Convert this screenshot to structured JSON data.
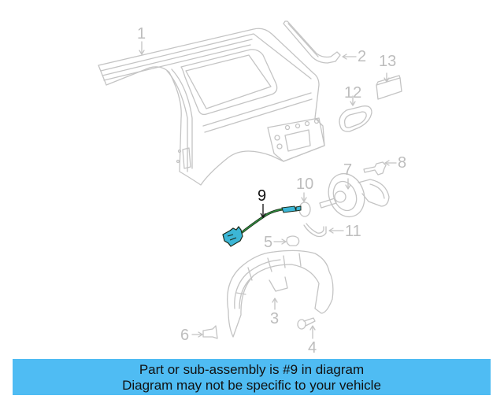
{
  "diagram": {
    "highlighted_part": "9",
    "colors": {
      "line_art": "#c4c4c4",
      "callout_text": "#bdbdbd",
      "highlight_fill": "#3cb6d6",
      "highlight_stroke": "#1a2a1a",
      "highlight_wire": "#2f8c3c",
      "banner_bg": "#4fbcf3"
    },
    "callouts": [
      {
        "number": "1",
        "part": "quarter-panel"
      },
      {
        "number": "2",
        "part": "pillar-trim-bracket"
      },
      {
        "number": "3",
        "part": "wheel-house-liner"
      },
      {
        "number": "4",
        "part": "screw"
      },
      {
        "number": "5",
        "part": "clip"
      },
      {
        "number": "6",
        "part": "retainer"
      },
      {
        "number": "7",
        "part": "fuel-door-housing"
      },
      {
        "number": "8",
        "part": "fuel-door-actuator"
      },
      {
        "number": "9",
        "part": "fuel-door-release-cable"
      },
      {
        "number": "10",
        "part": "grommet"
      },
      {
        "number": "11",
        "part": "drain-hose"
      },
      {
        "number": "12",
        "part": "side-marker-lamp"
      },
      {
        "number": "13",
        "part": "reflector"
      }
    ]
  },
  "banner": {
    "line1": "Part or sub-assembly is #9 in diagram",
    "line2": "Diagram may not be specific to your vehicle"
  }
}
